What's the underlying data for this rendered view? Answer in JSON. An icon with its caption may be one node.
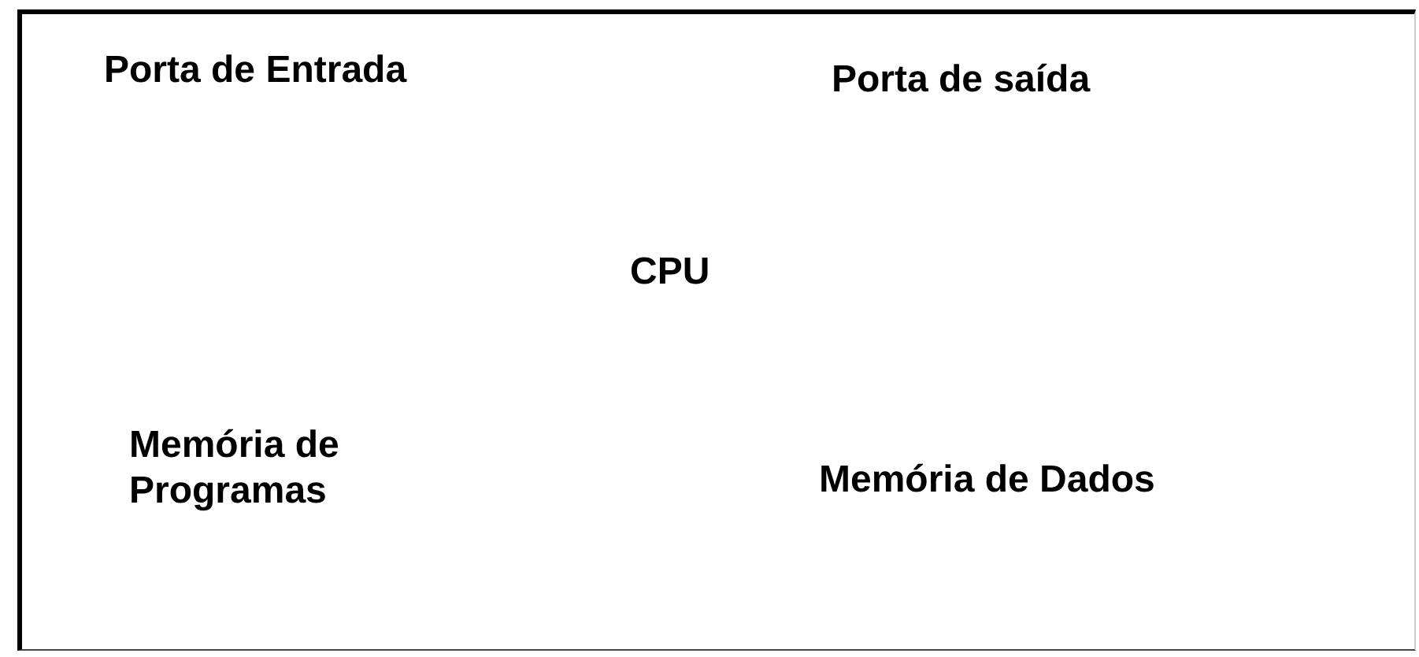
{
  "diagram": {
    "nodes": [
      {
        "text": [
          "Porta de Entrada",
          "Porta de saída",
          "CPU",
          "Memória de Programas",
          "Memória de Dados"
        ]
      }
    ]
  }
}
